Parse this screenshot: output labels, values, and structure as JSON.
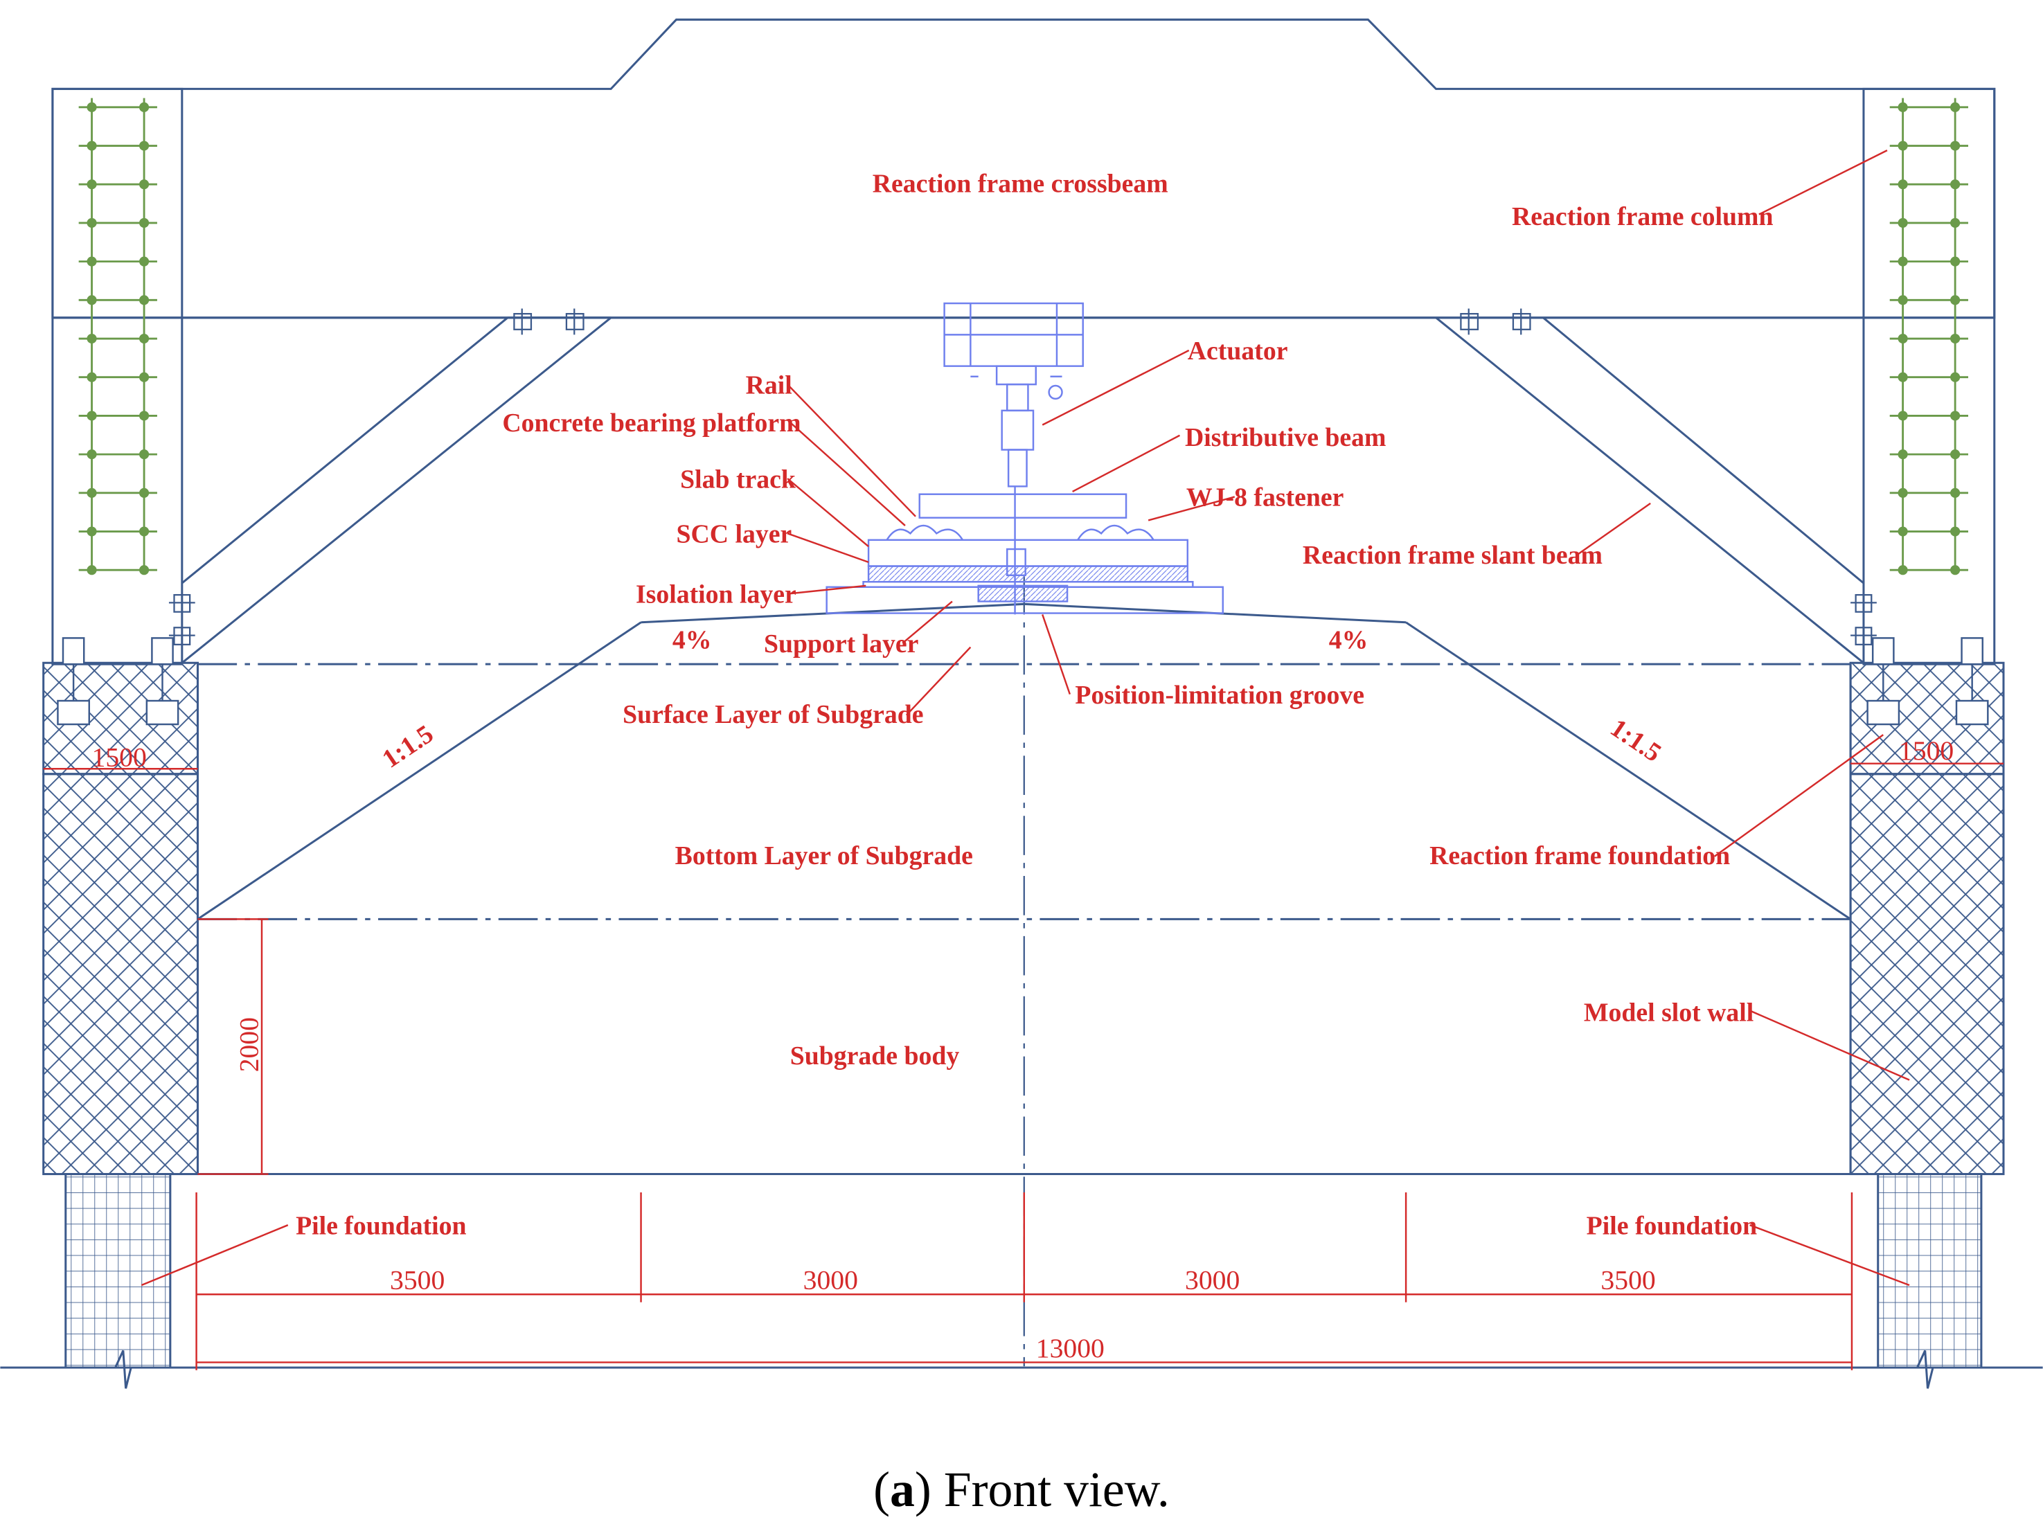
{
  "colors": {
    "structure": "#3c5a8c",
    "label": "#d42a2a",
    "bolt": "#6a9a4a",
    "track": "#6f80ee"
  },
  "labels": {
    "crossbeam": "Reaction frame crossbeam",
    "column": "Reaction frame column",
    "actuator": "Actuator",
    "rail": "Rail",
    "bearing_platform": "Concrete bearing  platform",
    "distributive_beam": "Distributive beam",
    "slab_track": "Slab track",
    "fastener": "WJ-8 fastener",
    "scc_layer": "SCC layer",
    "slant_beam": "Reaction frame slant beam",
    "isolation_layer": "Isolation layer",
    "support_layer": "Support layer",
    "surface_layer": "Surface Layer of Subgrade",
    "groove": "Position-limitation groove",
    "bottom_layer": "Bottom Layer of Subgrade",
    "foundation": "Reaction frame foundation",
    "slot_wall": "Model slot wall",
    "subgrade_body": "Subgrade body",
    "pile_left": "Pile foundation",
    "pile_right": "Pile foundation"
  },
  "dimensions": {
    "slope_pct_left": "4%",
    "slope_pct_right": "4%",
    "ratio_left": "1:1.5",
    "ratio_right": "1:1.5",
    "width_left": "1500",
    "width_right": "1500",
    "height": "2000",
    "span_1": "3500",
    "span_2": "3000",
    "span_3": "3000",
    "span_4": "3500",
    "total": "13000"
  },
  "caption": {
    "letter": "a",
    "text": ") Front view."
  }
}
